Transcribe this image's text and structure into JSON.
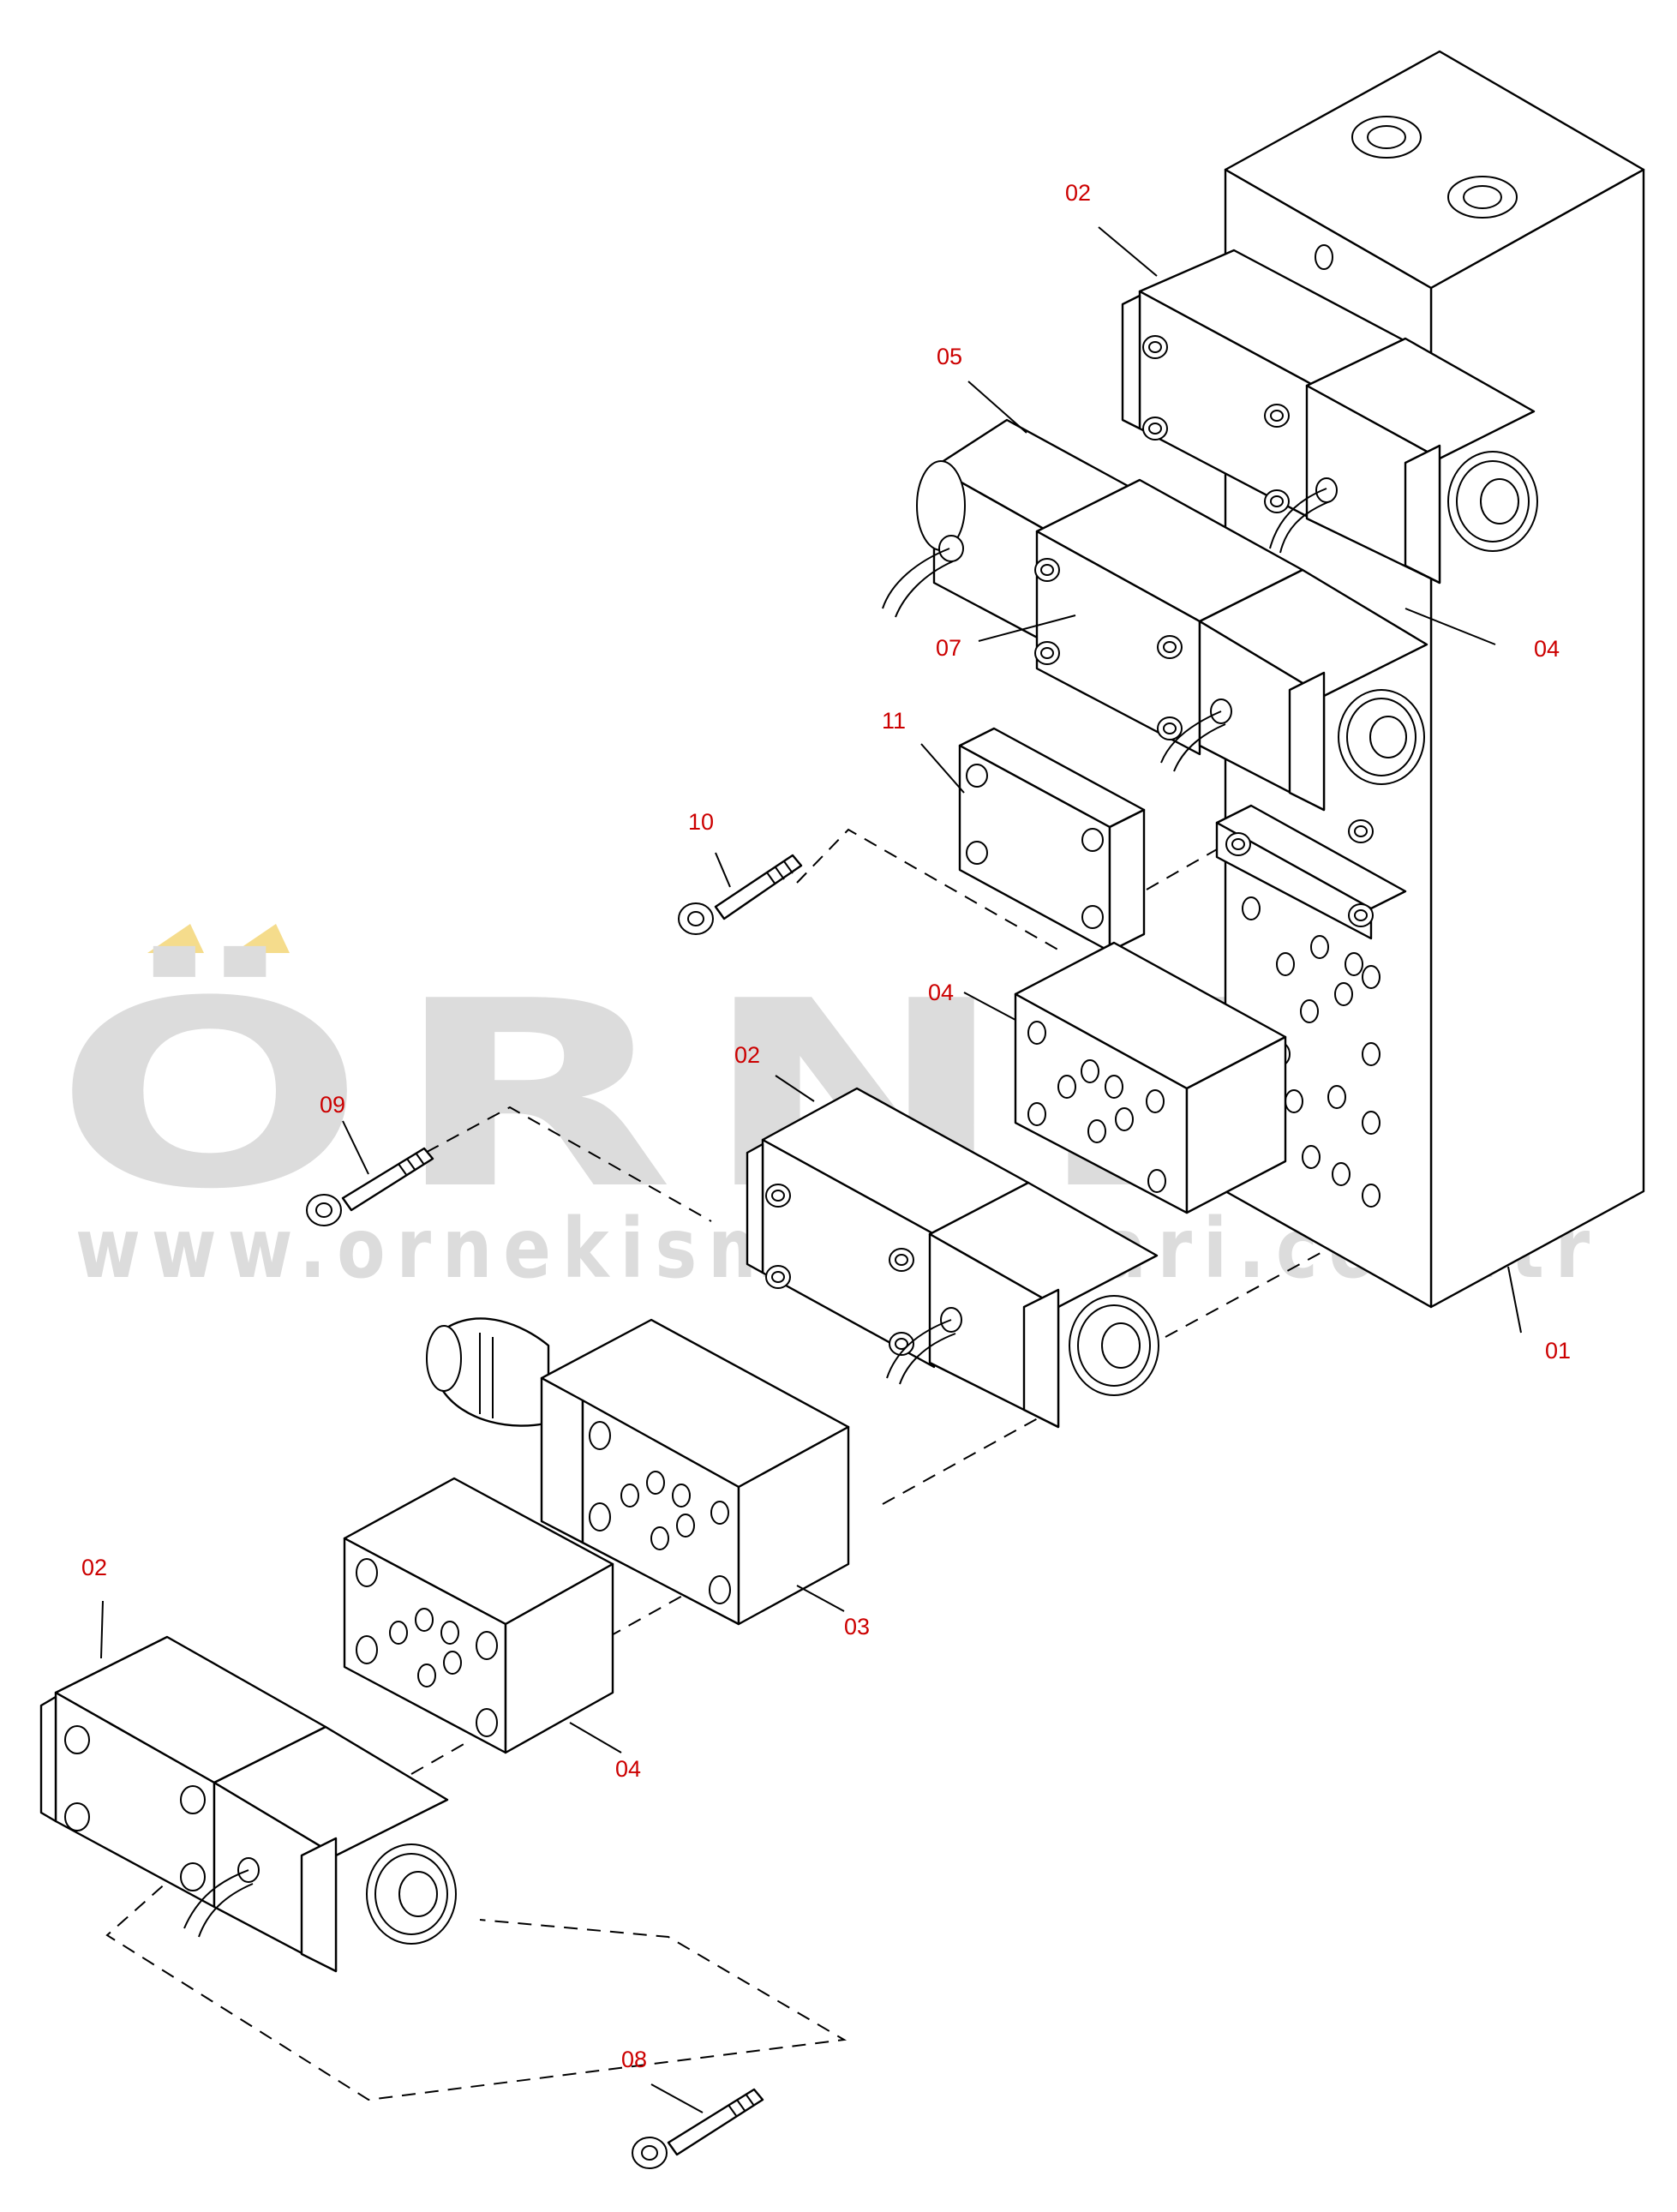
{
  "colors": {
    "callout": "#cc0000",
    "line": "#000000",
    "watermark": "#dcdcdc",
    "watermark_accent": "#f5dc8c"
  },
  "watermark": {
    "brand": "ÖRNEK",
    "url": "www.ornekismakinalari.com.tr"
  },
  "callouts": [
    {
      "id": "c01",
      "label": "01"
    },
    {
      "id": "c02a",
      "label": "02"
    },
    {
      "id": "c02b",
      "label": "02"
    },
    {
      "id": "c02c",
      "label": "02"
    },
    {
      "id": "c03",
      "label": "03"
    },
    {
      "id": "c04a",
      "label": "04"
    },
    {
      "id": "c04b",
      "label": "04"
    },
    {
      "id": "c04c",
      "label": "04"
    },
    {
      "id": "c05",
      "label": "05"
    },
    {
      "id": "c07",
      "label": "07"
    },
    {
      "id": "c08",
      "label": "08"
    },
    {
      "id": "c09",
      "label": "09"
    },
    {
      "id": "c10",
      "label": "10"
    },
    {
      "id": "c11",
      "label": "11"
    }
  ]
}
